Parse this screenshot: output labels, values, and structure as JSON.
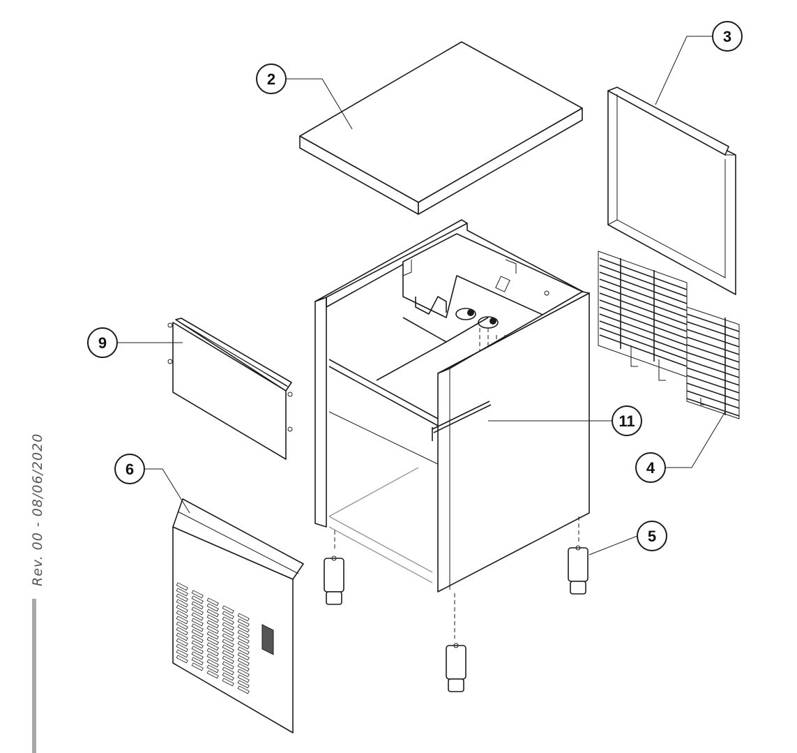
{
  "revision": "Rev. 00 - 08/06/2020",
  "callouts": {
    "c2": "2",
    "c3": "3",
    "c4": "4",
    "c5": "5",
    "c6": "6",
    "c9": "9",
    "c11": "11"
  }
}
